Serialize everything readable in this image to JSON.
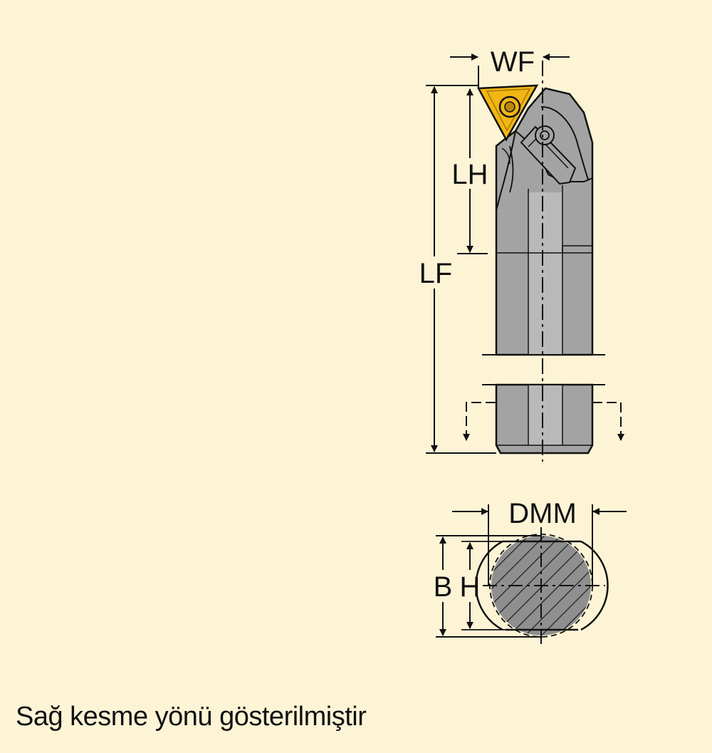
{
  "diagram": {
    "labels": {
      "wf": "WF",
      "lh": "LH",
      "lf": "LF",
      "dmm": "DMM",
      "b": "B",
      "h": "H"
    },
    "caption": "Sağ kesme yönü gösterilmiştir",
    "colors": {
      "background": "#fdf4d6",
      "body": "#a3a3a3",
      "insert": "#f2b613",
      "line": "#111111"
    }
  }
}
